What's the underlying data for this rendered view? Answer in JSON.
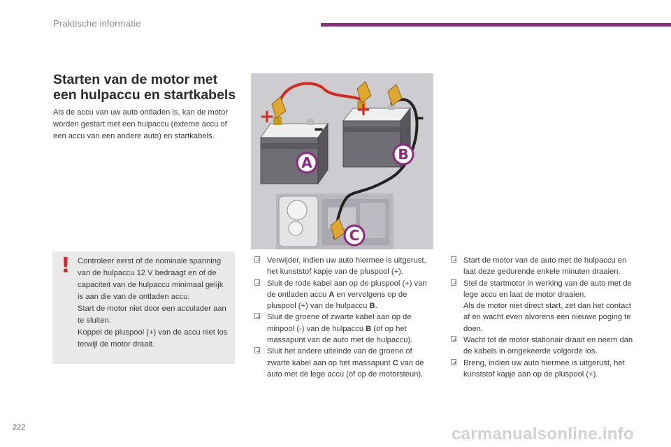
{
  "header": {
    "section_title": "Praktische informatie",
    "accent_color": "#8e2a85"
  },
  "heading": "Starten van de motor met een hulpaccu en startkabels",
  "intro": "Als de accu van uw auto ontladen is, kan de motor worden gestart met een hulpaccu (externe accu of een accu van een andere auto) en startkabels.",
  "warning": {
    "icon": "!",
    "icon_color": "#d9252a",
    "paragraphs": [
      "Controleer eerst of de nominale spanning van de hulpaccu 12 V bedraagt en of de capaciteit van de hulpaccu minimaal gelijk is aan die van de ontladen accu.",
      "Start de motor niet door een acculader aan te sluiten.",
      "Koppel de pluspool (+) van de accu niet los terwijl de motor draait."
    ]
  },
  "illustration": {
    "label_a": "A",
    "label_b": "B",
    "label_c": "C",
    "plus_1": "+",
    "plus_2": "+",
    "minus_1": "–",
    "minus_2": "–",
    "red_cable_color": "#d42a1e",
    "black_cable_color": "#222222"
  },
  "steps_middle": [
    {
      "parts": [
        "Verwijder, indien uw auto hiermee is uitgerust, het kunststof kapje van de pluspool (+)."
      ]
    },
    {
      "parts": [
        "Sluit de rode kabel aan op de pluspool (+) van de ontladen accu ",
        "A",
        " en vervolgens op de pluspool (+) van de hulpaccu ",
        "B",
        "."
      ]
    },
    {
      "parts": [
        "Sluit de groene of zwarte kabel aan op de minpool (-) van de hulpaccu ",
        "B",
        " (of op het massapunt van de auto met de hulpaccu)."
      ]
    },
    {
      "parts": [
        "Sluit het andere uiteinde van de groene of zwarte kabel aan op het massapunt ",
        "C",
        " van de auto met de lege accu (of op de motorsteun)."
      ]
    }
  ],
  "steps_right": [
    "Start de motor van de auto met de hulpaccu en laat deze gedurende enkele minuten draaien.",
    "Stel de startmotor in werking van de auto met de lege accu en laat de motor draaien.",
    "Als de motor niet direct start, zet dan het contact af en wacht even alvorens een nieuwe poging te doen.",
    "Wacht tot de motor stationair draait en neem dan de kabels in omgekeerde volgorde los.",
    "Breng, indien uw auto hiermee is uitgerust, het kunststof kapje aan op de pluspool (+)."
  ],
  "page_number": "222",
  "watermark": "carmanualsonline.info"
}
